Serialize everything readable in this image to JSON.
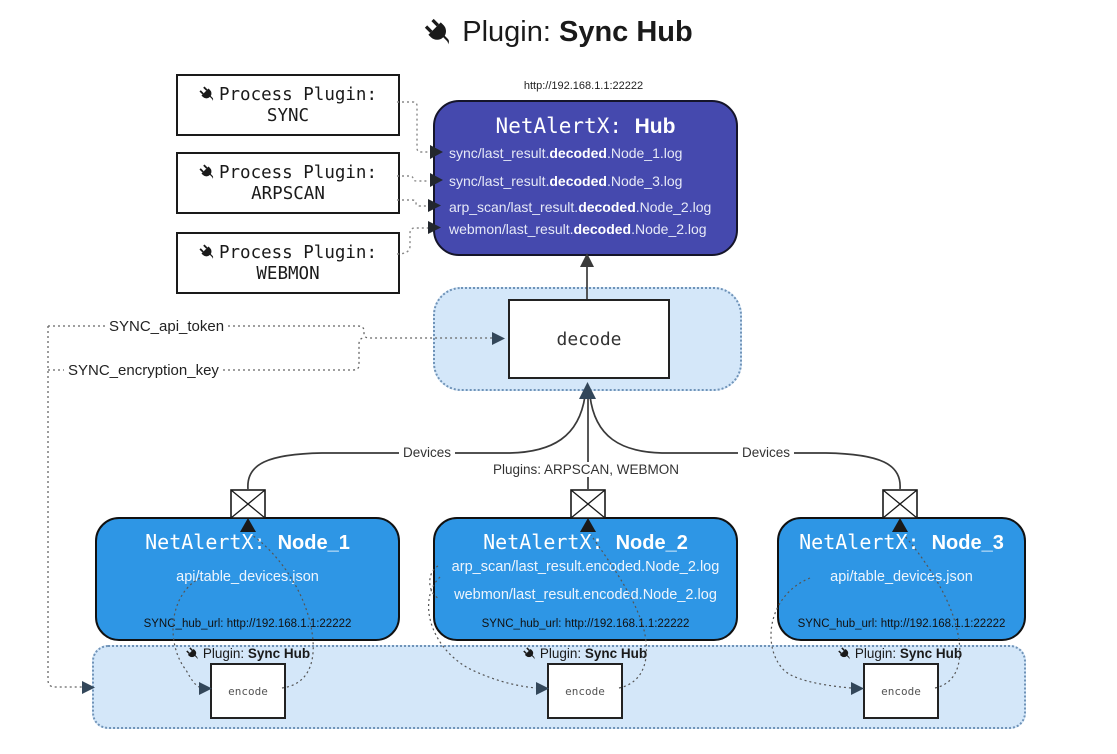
{
  "title": {
    "prefix": "Plugin: ",
    "bold": "Sync Hub"
  },
  "process_plugins": [
    {
      "label": "Process Plugin:",
      "name": "SYNC"
    },
    {
      "label": "Process Plugin:",
      "name": "ARPSCAN"
    },
    {
      "label": "Process Plugin:",
      "name": "WEBMON"
    }
  ],
  "hub": {
    "url": "http://192.168.1.1:22222",
    "title_prefix": "NetAlertX: ",
    "title_bold": "Hub",
    "items": [
      {
        "pre": "sync/last_result.",
        "bold": "decoded",
        "post": ".Node_1.log"
      },
      {
        "pre": "sync/last_result.",
        "bold": "decoded",
        "post": ".Node_3.log"
      },
      {
        "pre": "arp_scan/last_result.",
        "bold": "decoded",
        "post": ".Node_2.log"
      },
      {
        "pre": "webmon/last_result.",
        "bold": "decoded",
        "post": ".Node_2.log"
      }
    ]
  },
  "decode_label": "decode",
  "tokens": {
    "api_token": "SYNC_api_token",
    "encryption_key": "SYNC_encryption_key"
  },
  "edges": {
    "devices_left": "Devices",
    "plugins_center": "Plugins: ARPSCAN, WEBMON",
    "devices_right": "Devices"
  },
  "nodes": [
    {
      "title_prefix": "NetAlertX: ",
      "title_bold": "Node_1",
      "files": [
        "api/table_devices.json"
      ],
      "hub_url": "SYNC_hub_url: http://192.168.1.1:22222"
    },
    {
      "title_prefix": "NetAlertX: ",
      "title_bold": "Node_2",
      "files": [
        "arp_scan/last_result.encoded.Node_2.log",
        "webmon/last_result.encoded.Node_2.log"
      ],
      "hub_url": "SYNC_hub_url: http://192.168.1.1:22222"
    },
    {
      "title_prefix": "NetAlertX: ",
      "title_bold": "Node_3",
      "files": [
        "api/table_devices.json"
      ],
      "hub_url": "SYNC_hub_url: http://192.168.1.1:22222"
    }
  ],
  "encode_section": {
    "plugin_prefix": "Plugin: ",
    "plugin_bold": "Sync Hub",
    "encode_label": "encode"
  },
  "colors": {
    "hub_bg": "#4549ae",
    "node_bg": "#2e96e5",
    "panel_bg": "#d4e7f9",
    "panel_border": "#6f93b8",
    "line": "#3a3a3a",
    "dotted": "#8a8a8a",
    "arrow_dark": "#33475a",
    "hub_text": "#e6e9f7"
  }
}
